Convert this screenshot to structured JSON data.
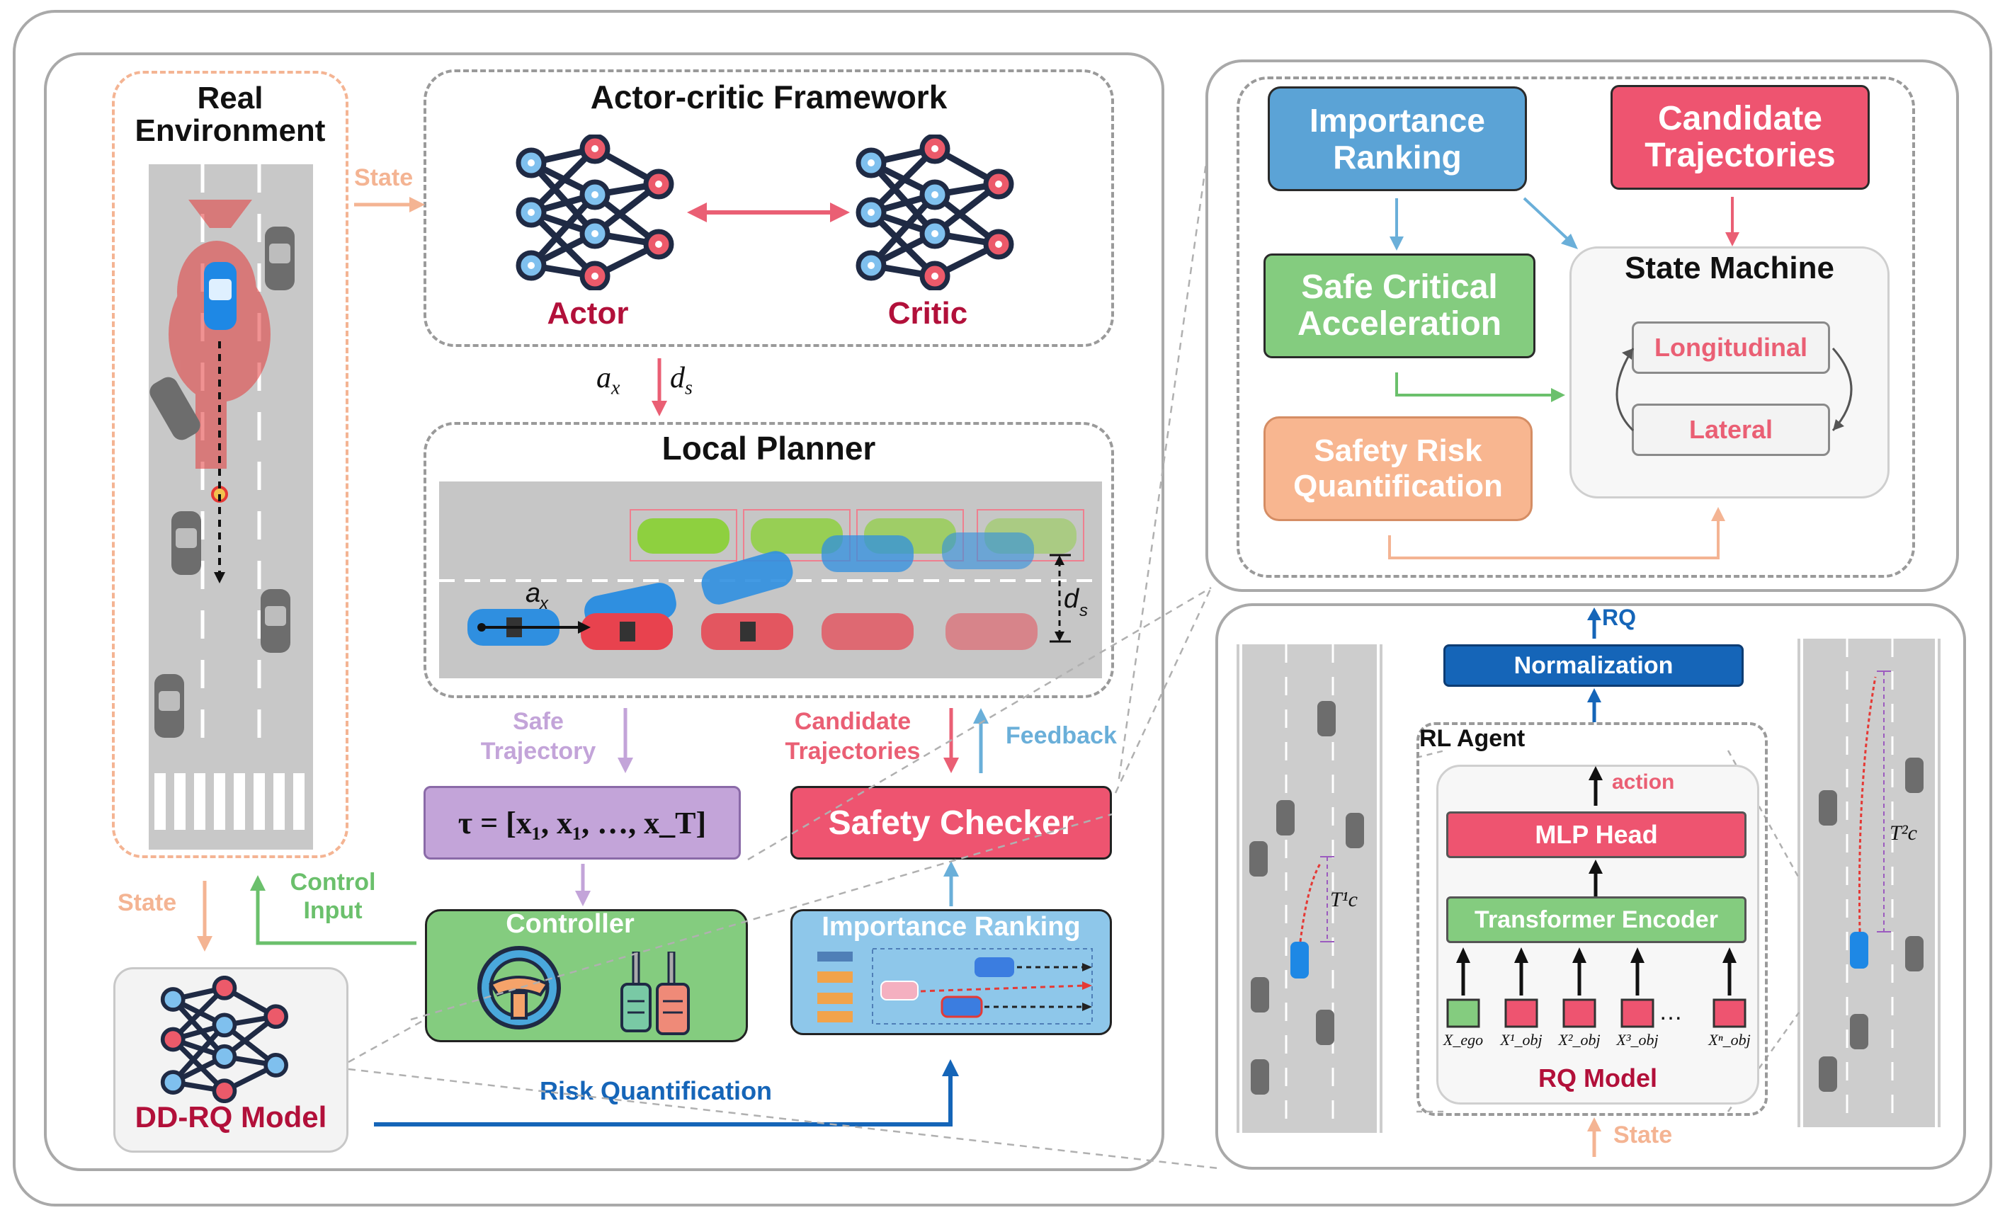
{
  "left": {
    "real_env_title": "Real\nEnvironment",
    "actor_critic_title": "Actor-critic Framework",
    "actor_label": "Actor",
    "critic_label": "Critic",
    "local_planner_title": "Local Planner",
    "ax_label": "a",
    "ax_sub": "x",
    "ds_label": "d",
    "ds_sub": "s",
    "state_label_top": "State",
    "state_label_bottom": "State",
    "control_input_label": "Control\nInput",
    "safe_trajectory_label": "Safe\nTrajectory",
    "candidate_trajectories_label": "Candidate\nTrajectories",
    "feedback_label": "Feedback",
    "trajectory_formula": "τ = [x₁, x₁, …, x_T]",
    "safety_checker_label": "Safety Checker",
    "controller_label": "Controller",
    "importance_ranking_label": "Importance Ranking",
    "dd_rq_label": "DD-RQ Model",
    "risk_quantification_label": "Risk Quantification"
  },
  "top_right": {
    "importance_ranking": "Importance\nRanking",
    "candidate_trajectories": "Candidate\nTrajectories",
    "safe_critical_acceleration": "Safe Critical\nAcceleration",
    "safety_risk_quantification": "Safety Risk\nQuantification",
    "state_machine_title": "State Machine",
    "longitudinal": "Longitudinal",
    "lateral": "Lateral"
  },
  "bottom_right": {
    "rq_label": "RQ",
    "normalization": "Normalization",
    "rl_agent": "RL Agent",
    "action_label": "action",
    "mlp_head": "MLP Head",
    "transformer_encoder": "Transformer Encoder",
    "rq_model": "RQ Model",
    "state_label": "State",
    "ellipsis": "…",
    "tokens": [
      "X_ego",
      "X¹_obj",
      "X²_obj",
      "X³_obj",
      "Xⁿ_obj"
    ],
    "tc1": "T¹c",
    "tc2": "T²c"
  },
  "colors": {
    "blue_box": "#5ba3d6",
    "red_box": "#ee5470",
    "green_box": "#84cc7f",
    "peach_box": "#f8b690",
    "purple_box": "#c3a4d9",
    "dark_blue": "#1565b8",
    "crimson_text": "#b2103a",
    "orange_arrow": "#f4b493",
    "green_arrow": "#6bc06c",
    "pink_arrow": "#ea5f74",
    "light_blue_arrow": "#6aafd9"
  }
}
